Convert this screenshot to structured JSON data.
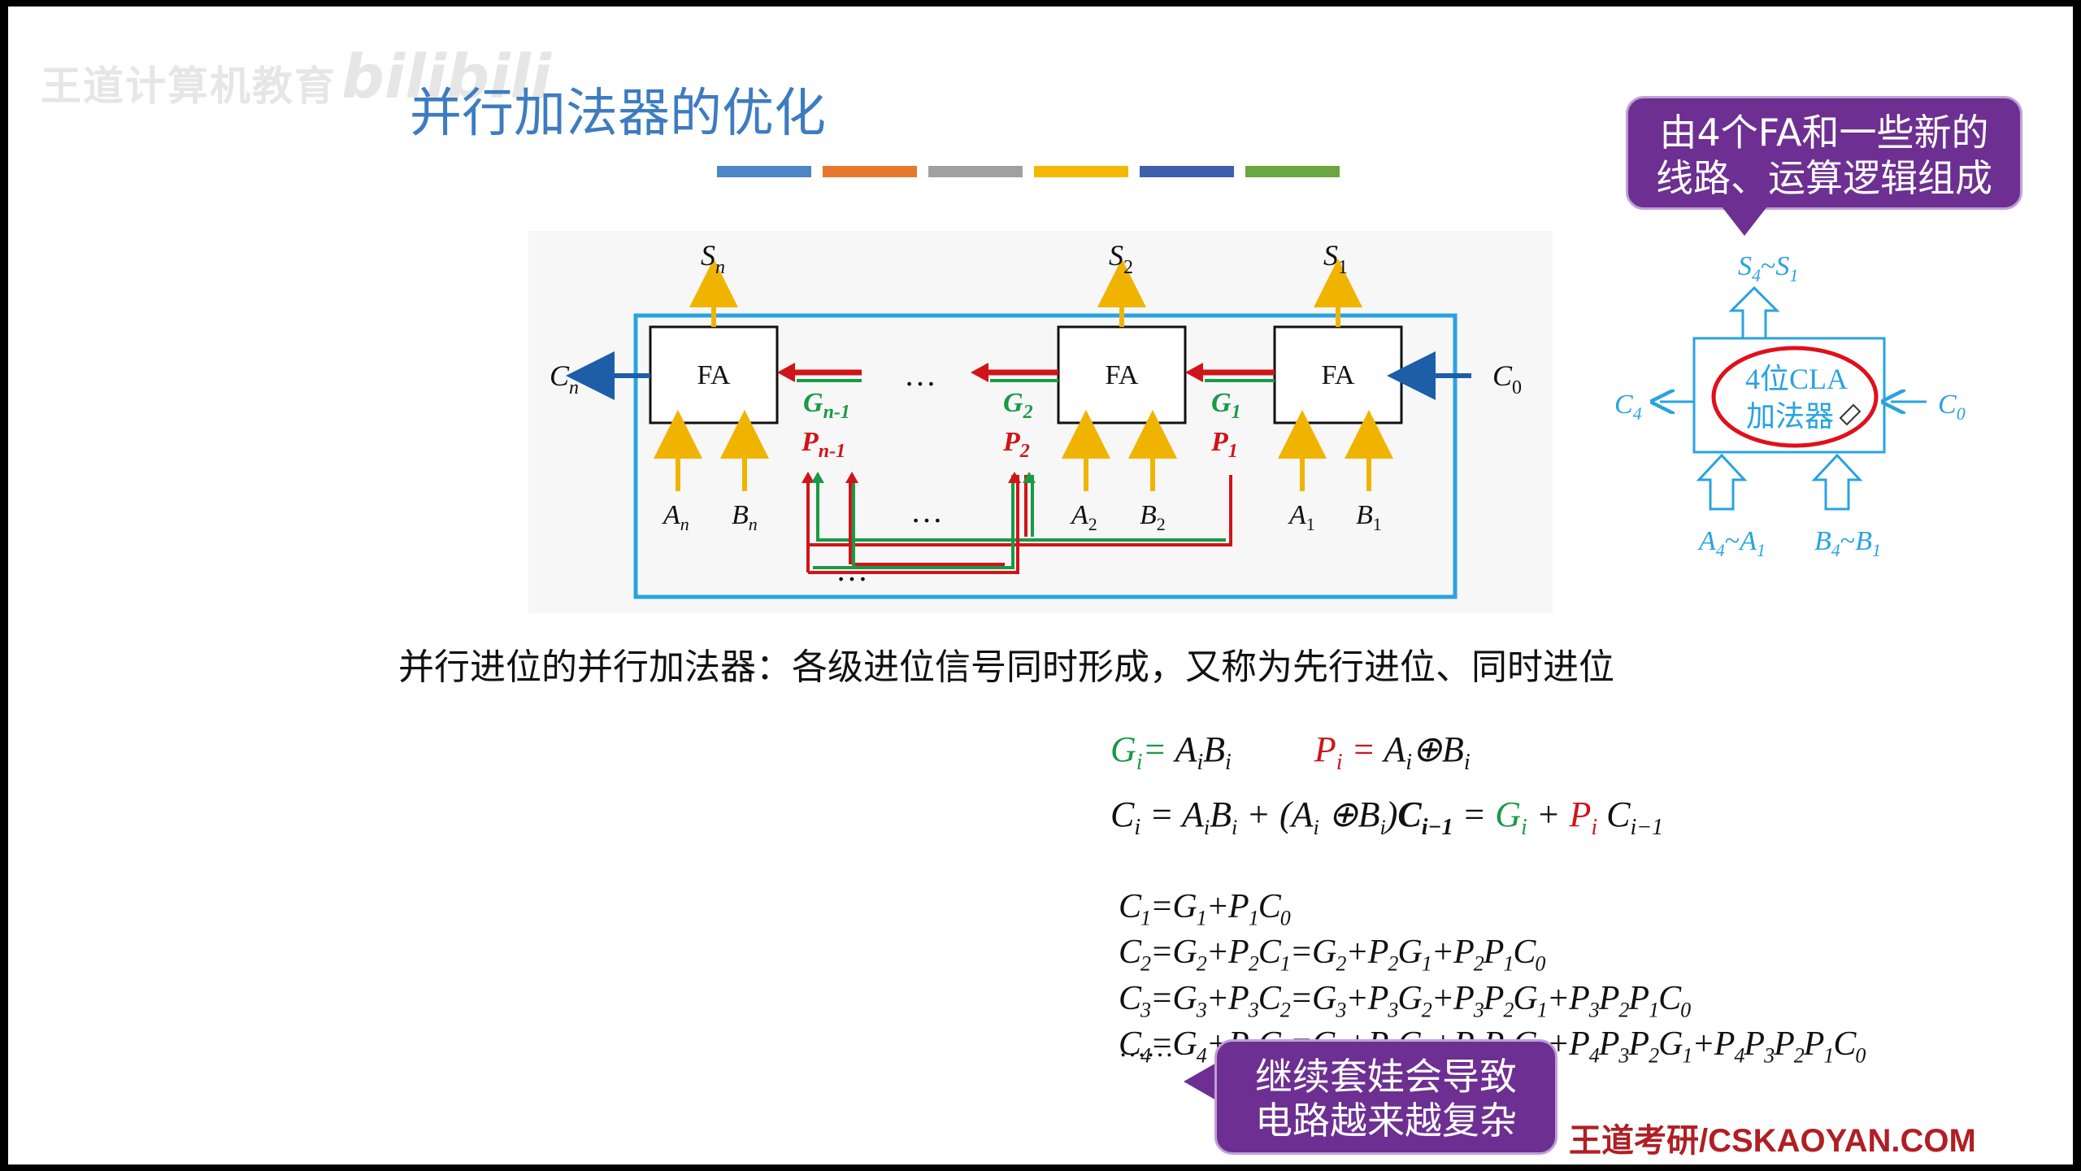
{
  "watermark": {
    "left": "王道计算机教育",
    "right": "bilibili"
  },
  "title": "并行加法器的优化",
  "title_bar_colors": [
    "#4d86c6",
    "#e8782d",
    "#a0a0a0",
    "#f5b800",
    "#3e5fab",
    "#6aa641"
  ],
  "top_bubble": {
    "line1": "由4个FA和一些新的",
    "line2": "线路、运算逻辑组成"
  },
  "adder_diagram": {
    "block_label": "FA",
    "left_carry": "C",
    "left_carry_sub": "n",
    "right_carry": "C",
    "right_carry_sub": "0",
    "dots": "…",
    "blocks": [
      {
        "sum": "S",
        "sum_sub": "n",
        "g_sub": "n-1",
        "p_sub": "n-1",
        "a_sub": "n",
        "b_sub": "n"
      },
      {
        "sum": "S",
        "sum_sub": "2",
        "g_sub": "2",
        "p_sub": "2",
        "a_sub": "2",
        "b_sub": "2"
      },
      {
        "sum": "S",
        "sum_sub": "1",
        "g_sub": "1",
        "p_sub": "1",
        "a_sub": "1",
        "b_sub": "1"
      }
    ],
    "g_letter": "G",
    "p_letter": "P",
    "a_letter": "A",
    "b_letter": "B"
  },
  "cla_diagram": {
    "out_label": "S",
    "out_range_sep": "~",
    "label_line1": "4位CLA",
    "label_line2": "加法器",
    "left_carry": "C",
    "left_carry_sub": "4",
    "right_carry": "C",
    "right_carry_sub": "0",
    "in_a": "A",
    "in_b": "B",
    "colors": {
      "stroke": "#29a3e0",
      "circle": "#e0101a"
    }
  },
  "subtitle": "并行进位的并行加法器：各级进位信号同时形成，又称为先行进位、同时进位",
  "bottom_bubble": {
    "line1": "继续套娃会导致",
    "line2": "电路越来越复杂"
  },
  "ellipsis": "……",
  "brand": "王道考研/CSKAOYAN.COM"
}
